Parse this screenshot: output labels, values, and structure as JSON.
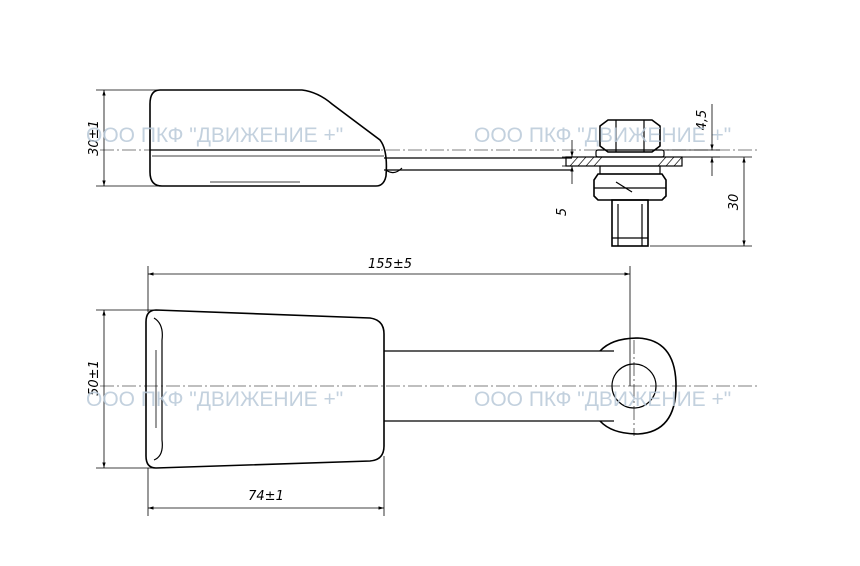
{
  "watermark": {
    "text": "ООО ПКФ \"ДВИЖЕНИЕ +\"",
    "color": "#b9c9d9"
  },
  "side_view": {
    "height_label": "30±1",
    "bolt_gap_label": "4,5",
    "plate_label": "5",
    "bolt_height_label": "30"
  },
  "top_view": {
    "total_length_label": "155±5",
    "width_label": "50±1",
    "buckle_length_label": "74±1"
  }
}
